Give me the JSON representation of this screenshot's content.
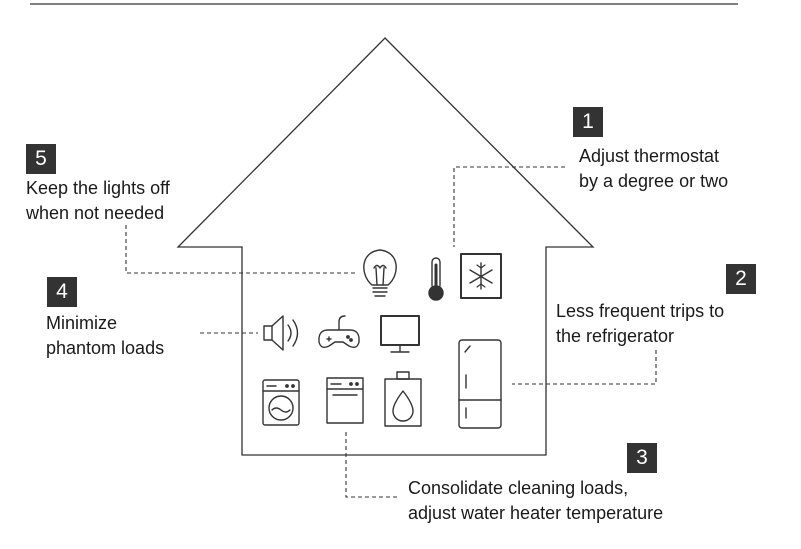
{
  "colors": {
    "stroke": "#333333",
    "badge_bg": "#333333",
    "badge_text": "#ffffff",
    "text": "#1a1a1a"
  },
  "tips": [
    {
      "number": "1",
      "lines": [
        "Adjust thermostat",
        "by a degree or two"
      ]
    },
    {
      "number": "2",
      "lines": [
        "Less frequent trips to",
        "the refrigerator"
      ]
    },
    {
      "number": "3",
      "lines": [
        "Consolidate cleaning loads,",
        "adjust water heater temperature"
      ]
    },
    {
      "number": "4",
      "lines": [
        "Minimize",
        "phantom loads"
      ]
    },
    {
      "number": "5",
      "lines": [
        "Keep the lights off",
        "when not needed"
      ]
    }
  ],
  "icons": [
    "light-bulb-icon",
    "thermometer-icon",
    "snowflake-icon",
    "speaker-icon",
    "game-controller-icon",
    "monitor-icon",
    "refrigerator-icon",
    "washing-machine-icon",
    "dishwasher-icon",
    "water-heater-icon"
  ]
}
